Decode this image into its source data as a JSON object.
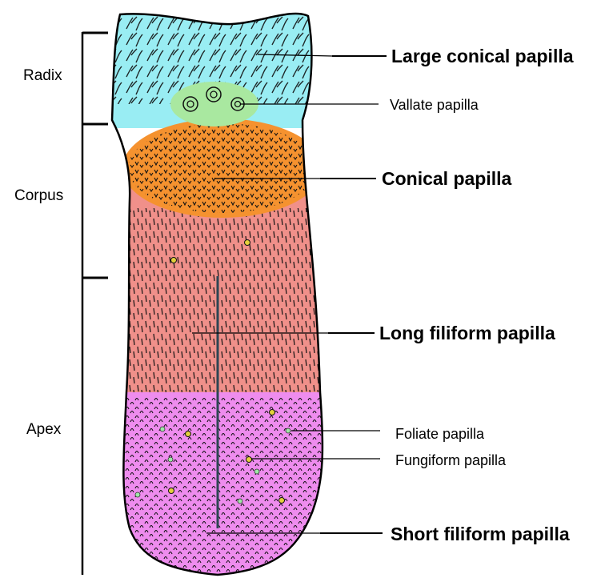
{
  "regions": {
    "radix": "Radix",
    "corpus": "Corpus",
    "apex": "Apex"
  },
  "labels": {
    "large_conical": "Large conical papilla",
    "vallate": "Vallate papilla",
    "conical": "Conical papilla",
    "long_filiform": "Long filiform  papilla",
    "foliate": "Foliate papilla",
    "fungiform": "Fungiform papilla",
    "short_filiform": "Short filiform  papilla"
  },
  "colors": {
    "radix_zone": "#99EDF3",
    "vallate_zone": "#A9E8A0",
    "conical_zone": "#F5922F",
    "long_filiform_zone": "#F0908A",
    "short_filiform_zone": "#EE8CEE",
    "fungiform_dot": "#E4D13C",
    "foliate_dot": "#9FE7A7",
    "median_groove": "#2E4654"
  }
}
